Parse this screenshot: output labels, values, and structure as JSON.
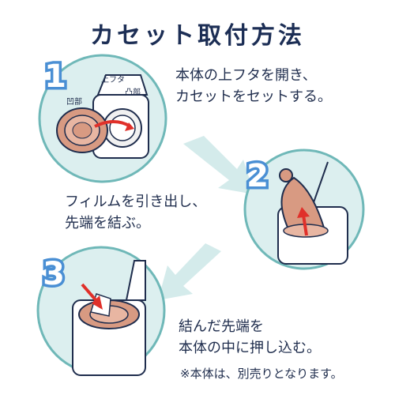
{
  "title": "カセット取付方法",
  "steps": [
    {
      "number": "1",
      "text": "本体の上フタを開き、\nカセットをセットする。",
      "labels": {
        "top_lid": "上フタ",
        "concave": "凹部",
        "convex": "凸部"
      }
    },
    {
      "number": "2",
      "text": "フィルムを引き出し、\n先端を結ぶ。"
    },
    {
      "number": "3",
      "text": "結んだ先端を\n本体の中に押し込む。"
    }
  ],
  "note": "※本体は、別売りとなります。",
  "colors": {
    "title": "#1c2e55",
    "text": "#1f2d4d",
    "step_badge": "#4a8fd4",
    "circle_bg": "#dcefef",
    "circle_border": "#6fb8b8",
    "arrow": "#d4ebeb",
    "cassette": "#d89a82",
    "red_arrow": "#e0302a"
  }
}
